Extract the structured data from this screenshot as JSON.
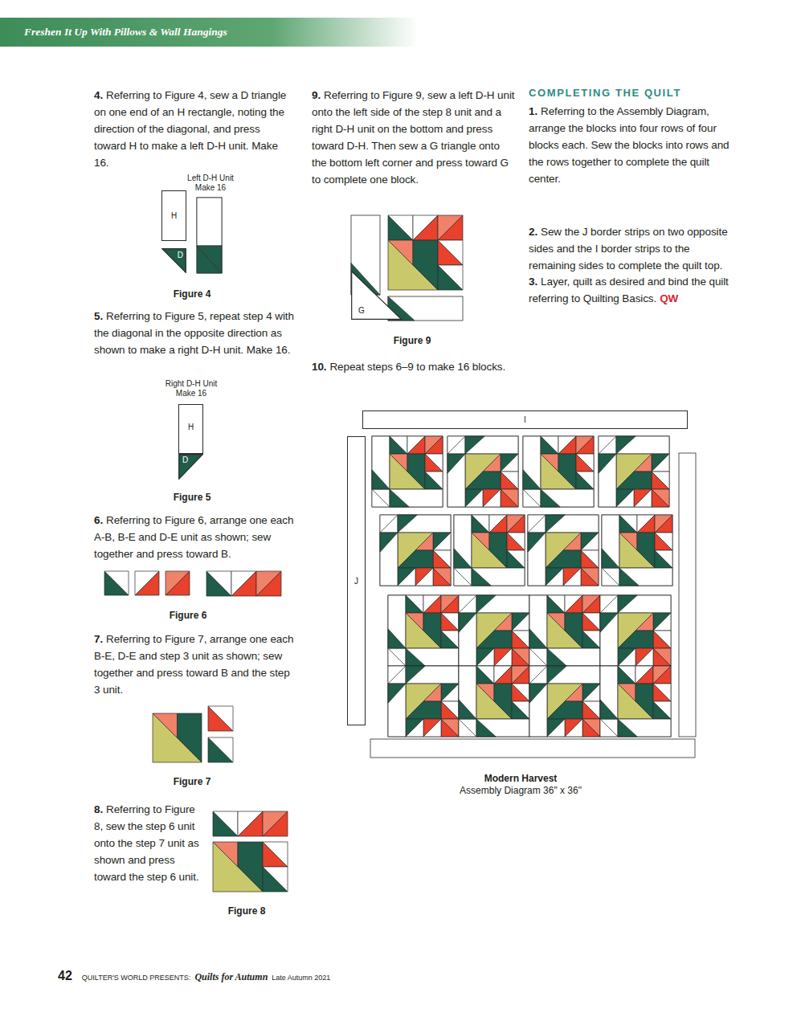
{
  "diagram": {
    "nodes": [
      {
        "text": [
          "Freshen It Up With Pillows & Wall Hangings"
        ]
      },
      {
        "text": [
          "H"
        ]
      },
      {
        "text": [
          "D"
        ]
      },
      {
        "text": [
          "H"
        ]
      },
      {
        "text": [
          "D"
        ]
      },
      {
        "text": [
          "G"
        ]
      },
      {
        "text": [
          "I"
        ]
      },
      {
        "text": [
          "J"
        ]
      }
    ],
    "labels": [
      "4.",
      "Referring to Figure 4, sew a D triangle on one end of an H rectangle, noting the direction of the diagonal, and press toward H to make a left D-H unit. Make 16.",
      "Left D-H Unit",
      "Make 16",
      "Figure 4",
      "5.",
      "Referring to Figure 5, repeat step 4 with the diagonal in the opposite direction as shown to make a right D-H unit. Make 16.",
      "Right D-H Unit",
      "Make 16",
      "Figure 5",
      "6.",
      "Referring to Figure 6, arrange one each A-B, B-E and D-E unit as shown; sew together and press toward B.",
      "Figure 6",
      "7.",
      "Referring to Figure 7, arrange one each B-E, D-E and step 3 unit as shown; sew together and press toward B and the step 3 unit.",
      "Figure 7",
      "8.",
      "Referring to Figure 8, sew the step 6 unit onto the step 7 unit as shown and press toward the step 6 unit.",
      "Figure 8",
      "9.",
      "Referring to Figure 9, sew a left D-H unit onto the left side of the step 8 unit and a right D-H unit on the bottom and press toward D-H. Then sew a G triangle onto the bottom left corner and press toward G to complete one block.",
      "Figure 9",
      "10.",
      "Repeat steps 6–9 to make 16 blocks.",
      "COMPLETING THE QUILT",
      "1.",
      "Referring to the Assembly Diagram, arrange the blocks into four rows of four blocks each. Sew the blocks into rows and the rows together to complete the quilt center.",
      "2.",
      "Sew the J border strips on two opposite sides and the I border strips to the remaining sides to complete the quilt top.",
      "3.",
      "Layer, quilt as desired and bind the quilt referring to Quilting Basics.",
      "QW",
      "Modern Harvest",
      "Assembly Diagram 36\" x 36\"",
      "42",
      "QUILTER'S WORLD PRESENTS:",
      "Quilts for Autumn",
      "Late Autumn 2021"
    ]
  }
}
